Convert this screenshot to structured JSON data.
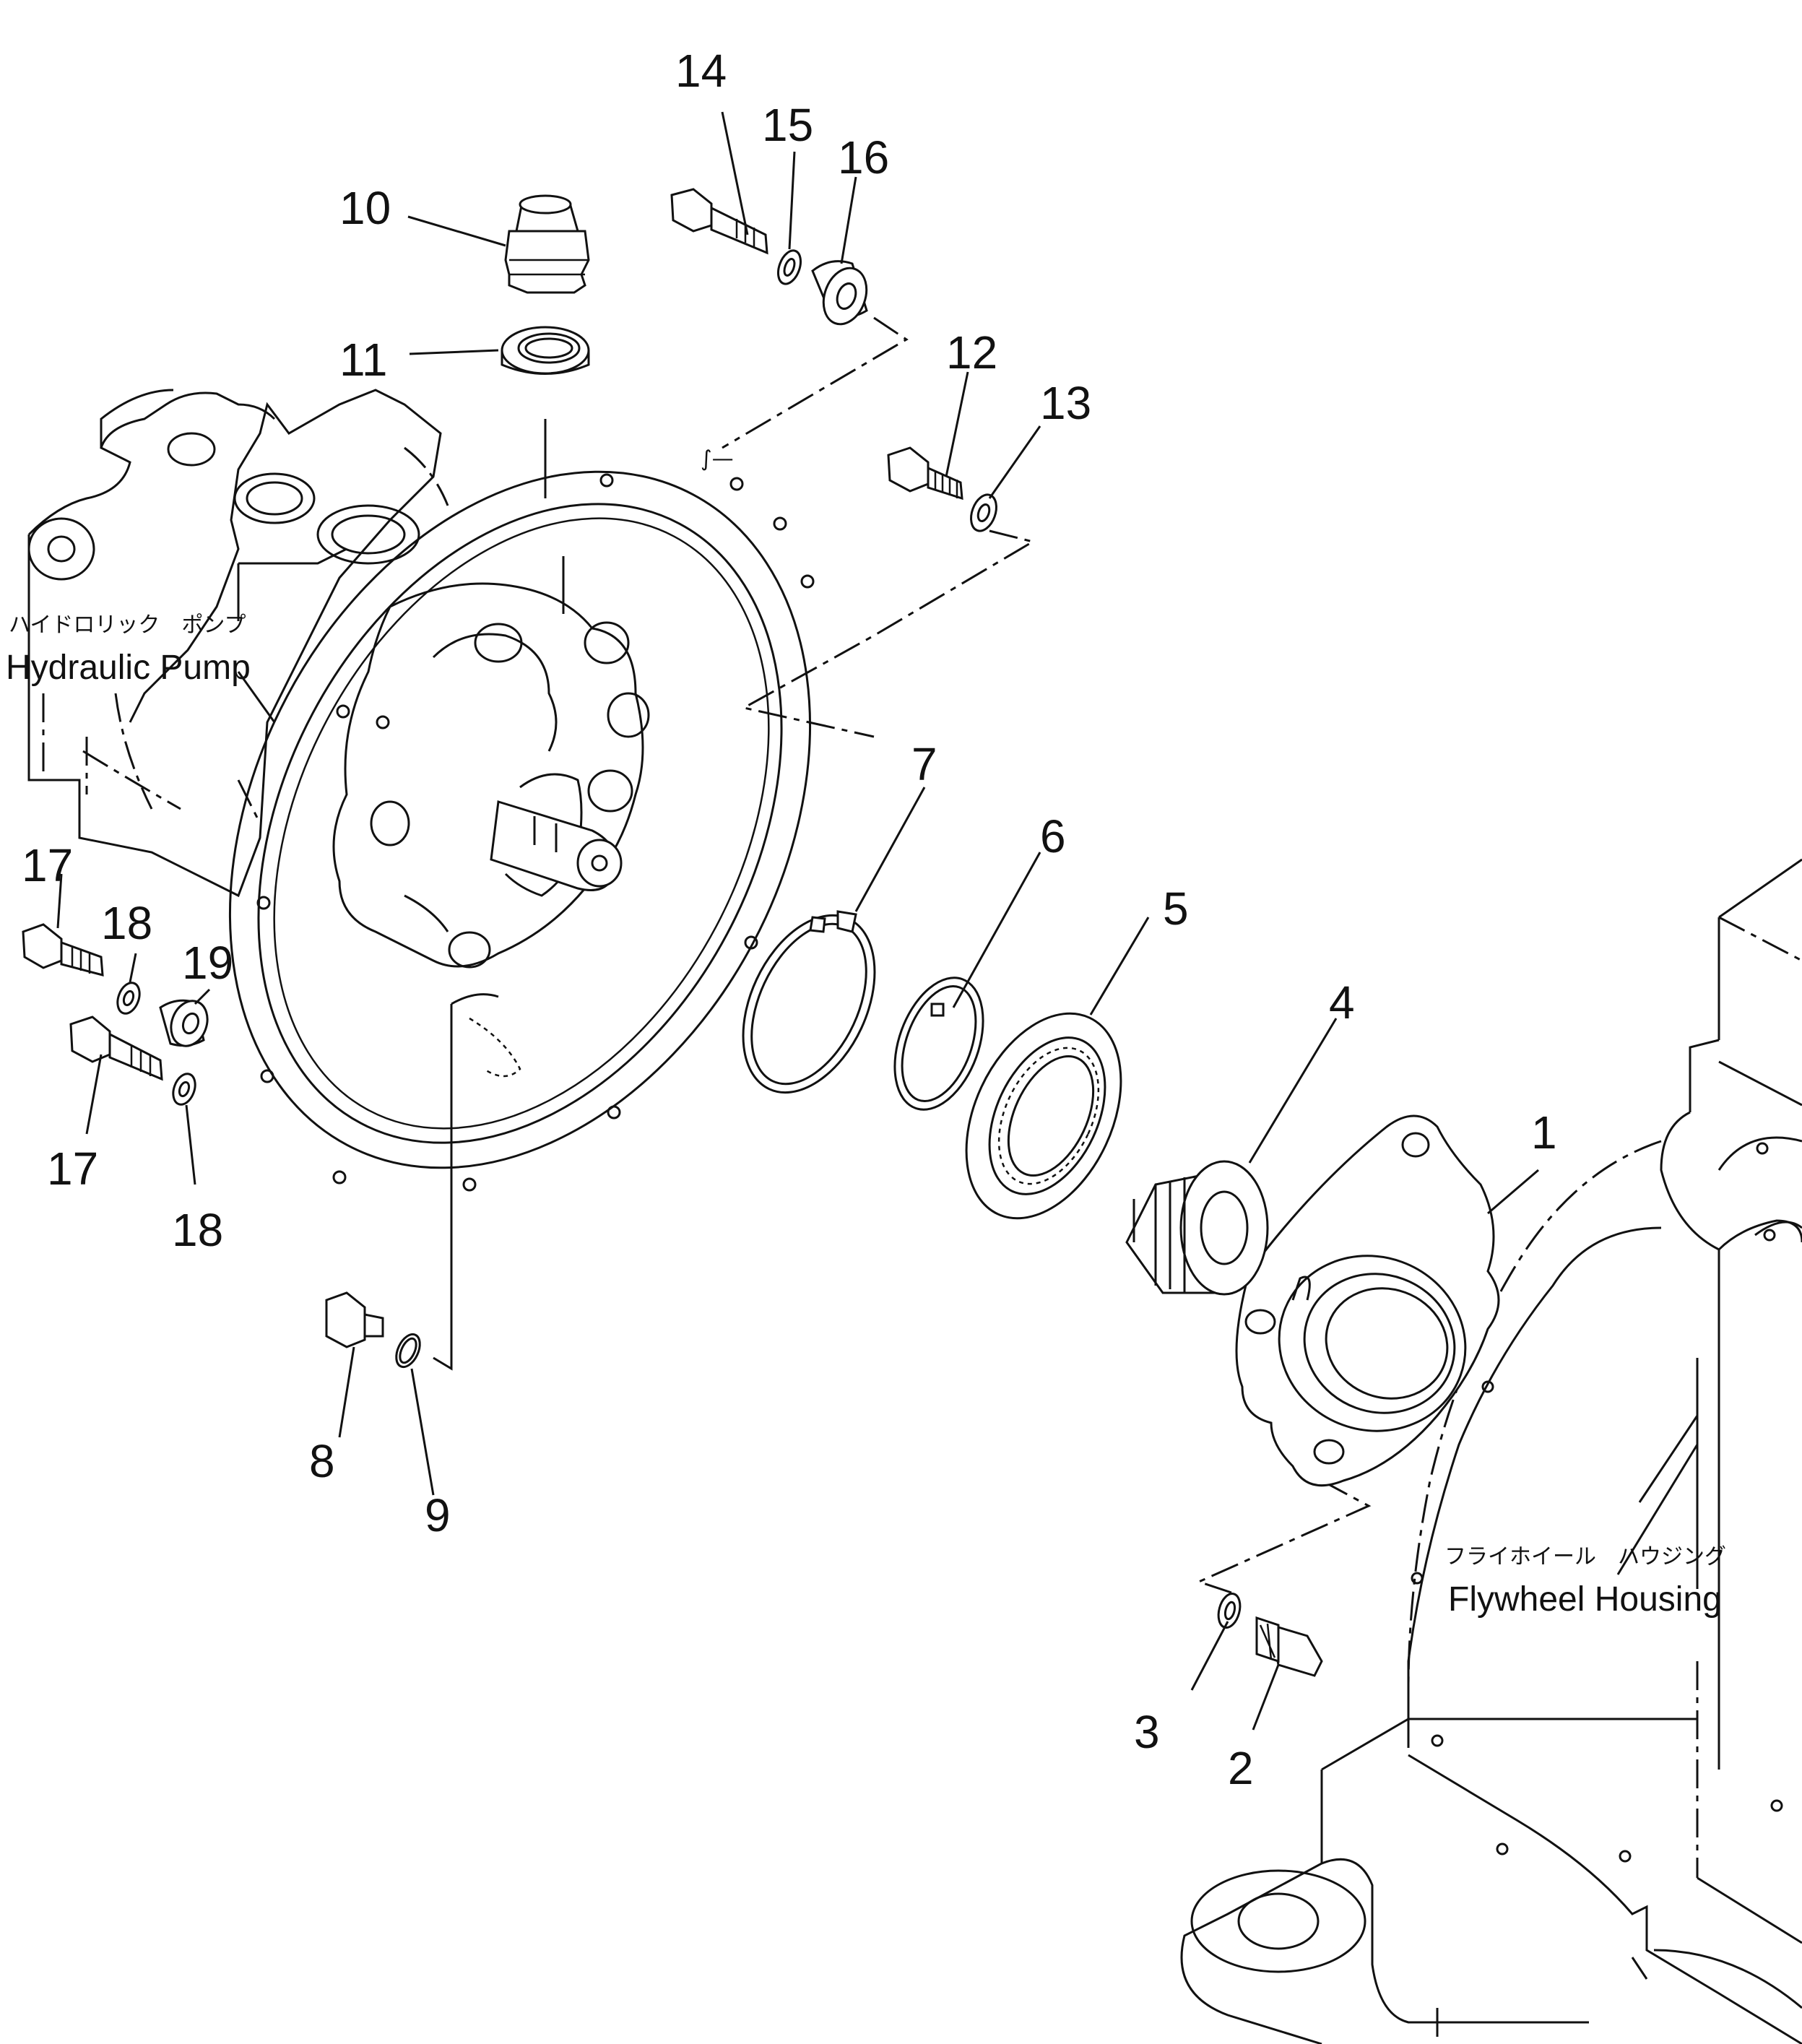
{
  "callouts": [
    {
      "id": "1",
      "label": "1"
    },
    {
      "id": "2",
      "label": "2"
    },
    {
      "id": "3",
      "label": "3"
    },
    {
      "id": "4",
      "label": "4"
    },
    {
      "id": "5",
      "label": "5"
    },
    {
      "id": "6",
      "label": "6"
    },
    {
      "id": "7",
      "label": "7"
    },
    {
      "id": "8",
      "label": "8"
    },
    {
      "id": "9",
      "label": "9"
    },
    {
      "id": "10",
      "label": "10"
    },
    {
      "id": "11",
      "label": "11"
    },
    {
      "id": "12",
      "label": "12"
    },
    {
      "id": "13",
      "label": "13"
    },
    {
      "id": "14",
      "label": "14"
    },
    {
      "id": "15",
      "label": "15"
    },
    {
      "id": "16",
      "label": "16"
    },
    {
      "id": "17a",
      "label": "17"
    },
    {
      "id": "17b",
      "label": "17"
    },
    {
      "id": "18a",
      "label": "18"
    },
    {
      "id": "18b",
      "label": "18"
    },
    {
      "id": "19",
      "label": "19"
    }
  ],
  "labels": {
    "hydraulic_pump_jp": "ハイドロリック　ポンプ",
    "hydraulic_pump_en": "Hydraulic Pump",
    "flywheel_housing_jp": "フライホイール　ハウジング",
    "flywheel_housing_en": "Flywheel Housing"
  }
}
